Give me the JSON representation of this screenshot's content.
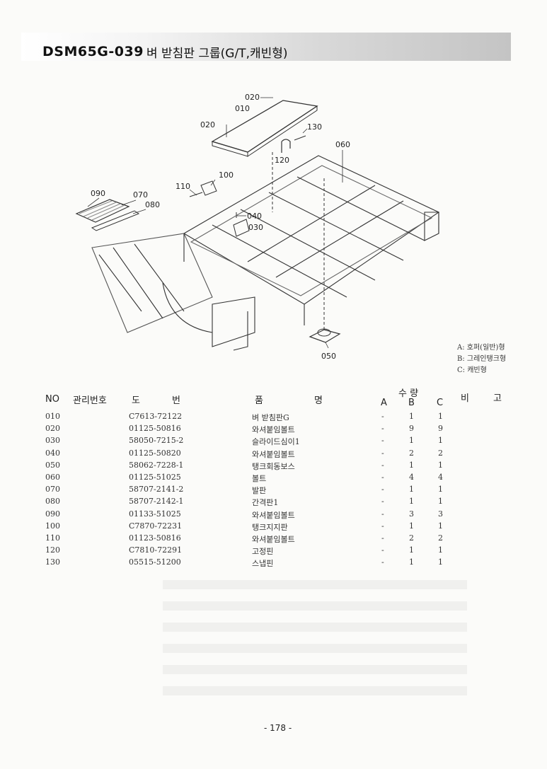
{
  "title": {
    "code": "DSM65G-039",
    "name": "벼 받침판 그룹(G/T,캐빈형)"
  },
  "callouts": {
    "c010": "010",
    "c020a": "020",
    "c020b": "020",
    "c130": "130",
    "c060": "060",
    "c120": "120",
    "c100": "100",
    "c110": "110",
    "c090": "090",
    "c070": "070",
    "c080": "080",
    "c040": "040",
    "c030": "030",
    "c050": "050"
  },
  "legend": [
    "A: 호퍼(일반)형",
    "B: 그레인탱크형",
    "C: 캐빈형"
  ],
  "table_header": {
    "no": "NO",
    "mgmt": "관리번호",
    "do": "도",
    "beon": "번",
    "pum": "품",
    "myeong": "명",
    "qty": "수 량",
    "bi": "비",
    "go": "고",
    "a": "A",
    "b": "B",
    "c": "C"
  },
  "rows": [
    {
      "no": "010",
      "part": "C7613-72122",
      "name": "벼 받침판G",
      "a": "-",
      "b": "1",
      "c": "1"
    },
    {
      "no": "020",
      "part": "01125-50816",
      "name": "와셔붙임볼트",
      "a": "-",
      "b": "9",
      "c": "9"
    },
    {
      "no": "030",
      "part": "58050-7215-2",
      "name": "슬라이드심이1",
      "a": "-",
      "b": "1",
      "c": "1"
    },
    {
      "no": "040",
      "part": "01125-50820",
      "name": "와셔붙임볼트",
      "a": "-",
      "b": "2",
      "c": "2"
    },
    {
      "no": "050",
      "part": "58062-7228-1",
      "name": "탱크회동보스",
      "a": "-",
      "b": "1",
      "c": "1"
    },
    {
      "no": "060",
      "part": "01125-51025",
      "name": "볼트",
      "a": "-",
      "b": "4",
      "c": "4"
    },
    {
      "no": "070",
      "part": "58707-2141-2",
      "name": "발판",
      "a": "-",
      "b": "1",
      "c": "1"
    },
    {
      "no": "080",
      "part": "58707-2142-1",
      "name": "간격판1",
      "a": "-",
      "b": "1",
      "c": "1"
    },
    {
      "no": "090",
      "part": "01133-51025",
      "name": "와셔붙임볼트",
      "a": "-",
      "b": "3",
      "c": "3"
    },
    {
      "no": "100",
      "part": "C7870-72231",
      "name": "탱크지지판",
      "a": "-",
      "b": "1",
      "c": "1"
    },
    {
      "no": "110",
      "part": "01123-50816",
      "name": "와셔붙임볼트",
      "a": "-",
      "b": "2",
      "c": "2"
    },
    {
      "no": "120",
      "part": "C7810-72291",
      "name": "고정핀",
      "a": "-",
      "b": "1",
      "c": "1"
    },
    {
      "no": "130",
      "part": "05515-51200",
      "name": "스냅핀",
      "a": "-",
      "b": "1",
      "c": "1"
    }
  ],
  "page_number": "- 178 -"
}
